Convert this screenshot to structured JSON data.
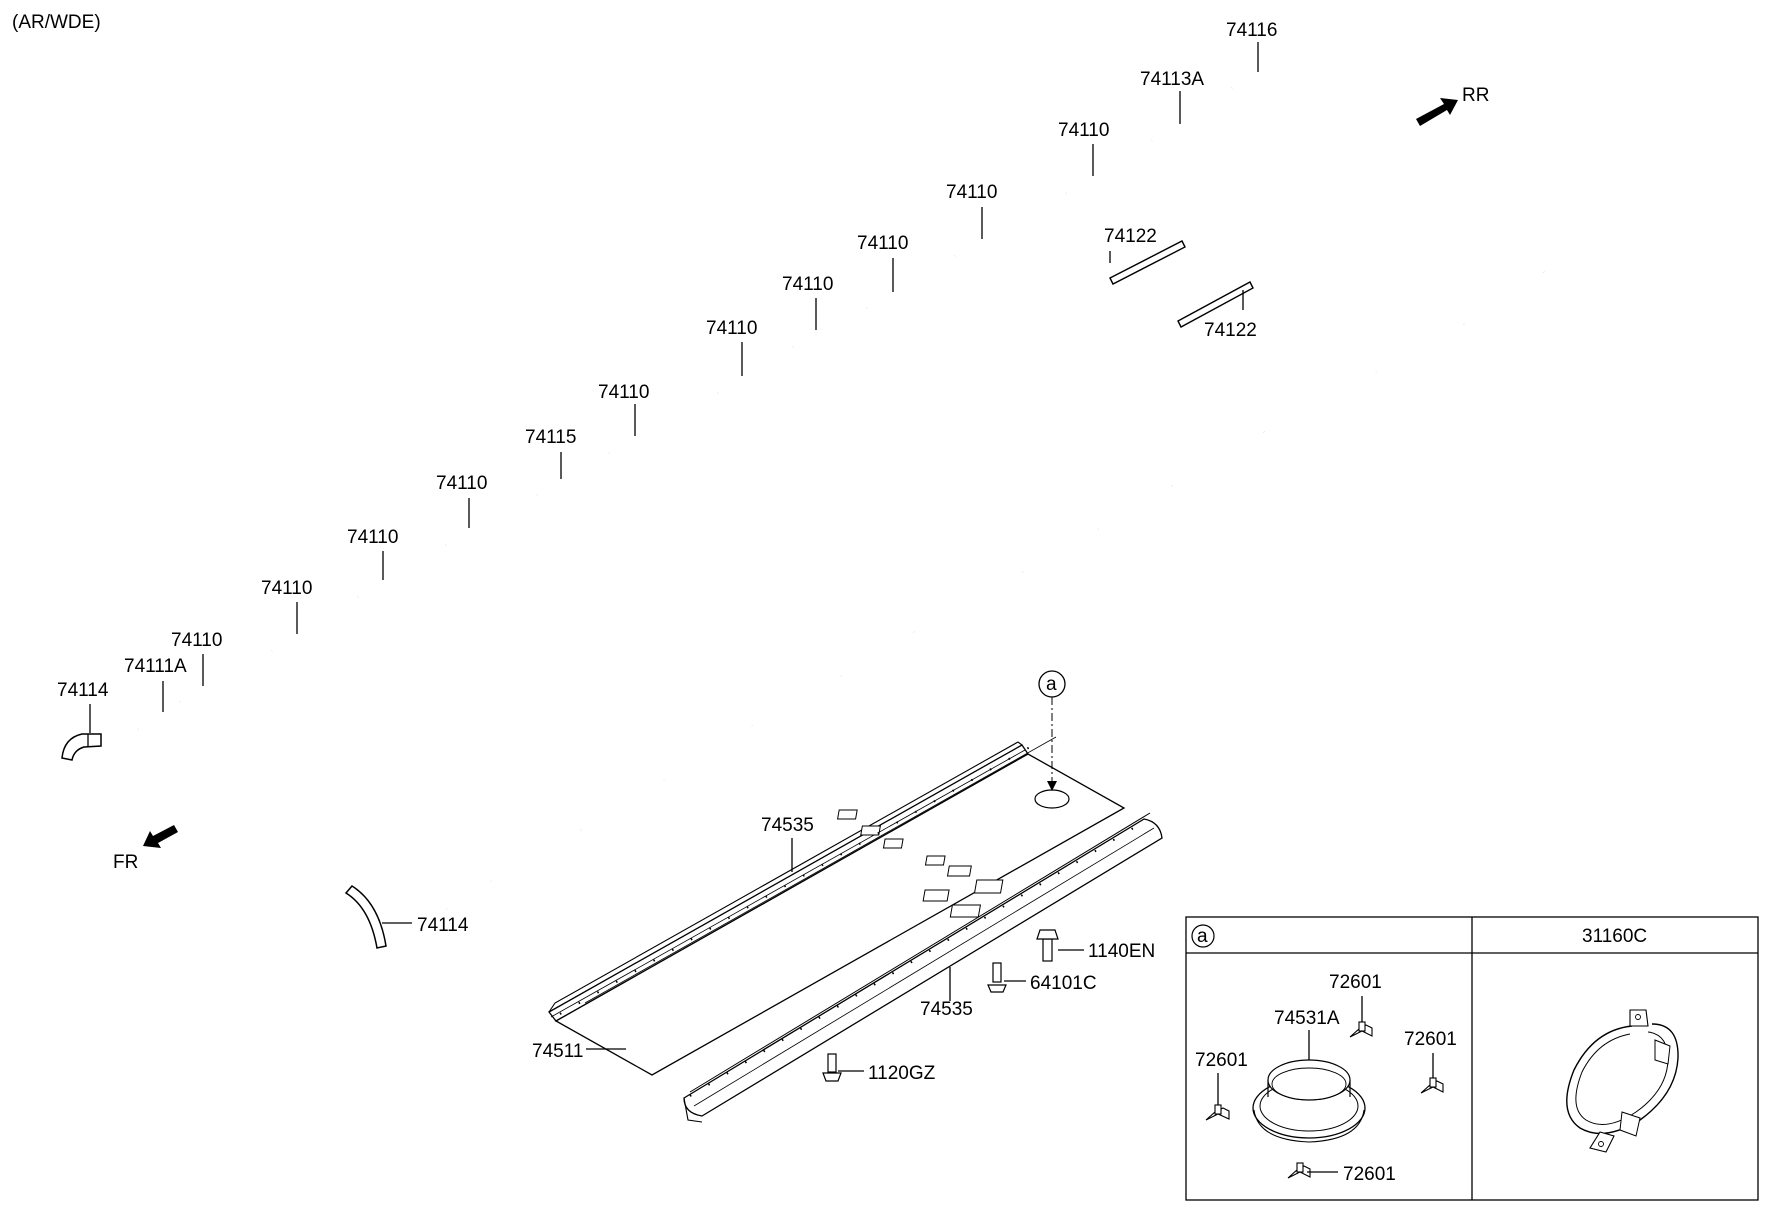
{
  "variant_label": "(AR/WDE)",
  "direction_labels": {
    "front": "FR",
    "rear": "RR"
  },
  "callout_marker": "a",
  "inset": {
    "left_header": "a",
    "right_header": "31160C"
  },
  "parts": {
    "p74116": "74116",
    "p74113A": "74113A",
    "p74110_r1": "74110",
    "p74110_r2": "74110",
    "p74110_r3": "74110",
    "p74110_r4": "74110",
    "p74110_r5": "74110",
    "p74115": "74115",
    "p74110_r6": "74110",
    "p74110_r7": "74110",
    "p74110_r8": "74110",
    "p74110_r9": "74110",
    "p74110_r10": "74110",
    "p74111A": "74111A",
    "p74114_left": "74114",
    "p74114_bottom": "74114",
    "p74122_upper": "74122",
    "p74122_lower": "74122",
    "p74535_upper": "74535",
    "p74535_lower": "74535",
    "p74511": "74511",
    "p1140EN": "1140EN",
    "p64101C": "64101C",
    "p1120GZ": "1120GZ",
    "p74531A": "74531A",
    "p72601_top": "72601",
    "p72601_left": "72601",
    "p72601_right": "72601",
    "p72601_bottom": "72601"
  }
}
